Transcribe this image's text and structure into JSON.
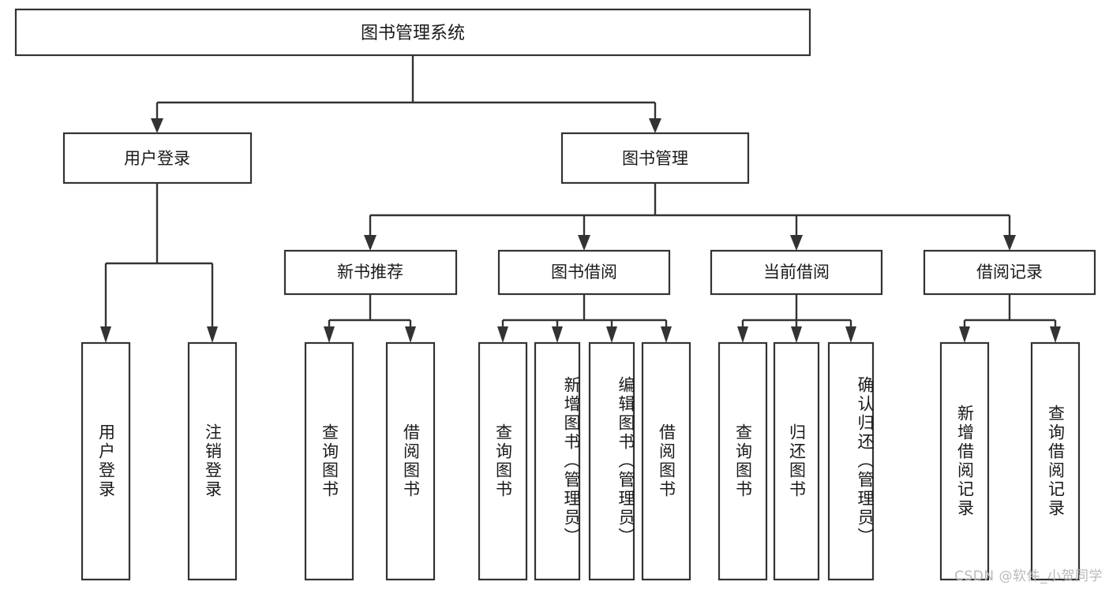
{
  "diagram": {
    "type": "tree",
    "title": "图书管理系统",
    "watermark": "CSDN @软件_小贺同学",
    "colors": {
      "box_stroke": "#333333",
      "box_fill": "#ffffff",
      "connector": "#333333",
      "text": "#1a1a1a",
      "watermark": "#b9b9b9",
      "background": "#ffffff"
    },
    "levels": {
      "root": {
        "label": "图书管理系统"
      },
      "level2": [
        {
          "label": "用户登录"
        },
        {
          "label": "图书管理"
        }
      ],
      "level3": [
        {
          "label": "新书推荐"
        },
        {
          "label": "图书借阅"
        },
        {
          "label": "当前借阅"
        },
        {
          "label": "借阅记录"
        }
      ],
      "leaves": [
        {
          "label": "用户登录",
          "parent": "用户登录"
        },
        {
          "label": "注销登录",
          "parent": "用户登录"
        },
        {
          "label": "查询图书",
          "parent": "新书推荐"
        },
        {
          "label": "借阅图书",
          "parent": "新书推荐"
        },
        {
          "label": "查询图书",
          "parent": "图书借阅"
        },
        {
          "label": "新增图书（管理员）",
          "parent": "图书借阅"
        },
        {
          "label": "编辑图书（管理员）",
          "parent": "图书借阅"
        },
        {
          "label": "借阅图书",
          "parent": "图书借阅"
        },
        {
          "label": "查询图书",
          "parent": "当前借阅"
        },
        {
          "label": "归还图书",
          "parent": "当前借阅"
        },
        {
          "label": "确认归还（管理员）",
          "parent": "当前借阅"
        },
        {
          "label": "新增借阅记录",
          "parent": "借阅记录"
        },
        {
          "label": "查询借阅记录",
          "parent": "借阅记录"
        }
      ]
    }
  }
}
